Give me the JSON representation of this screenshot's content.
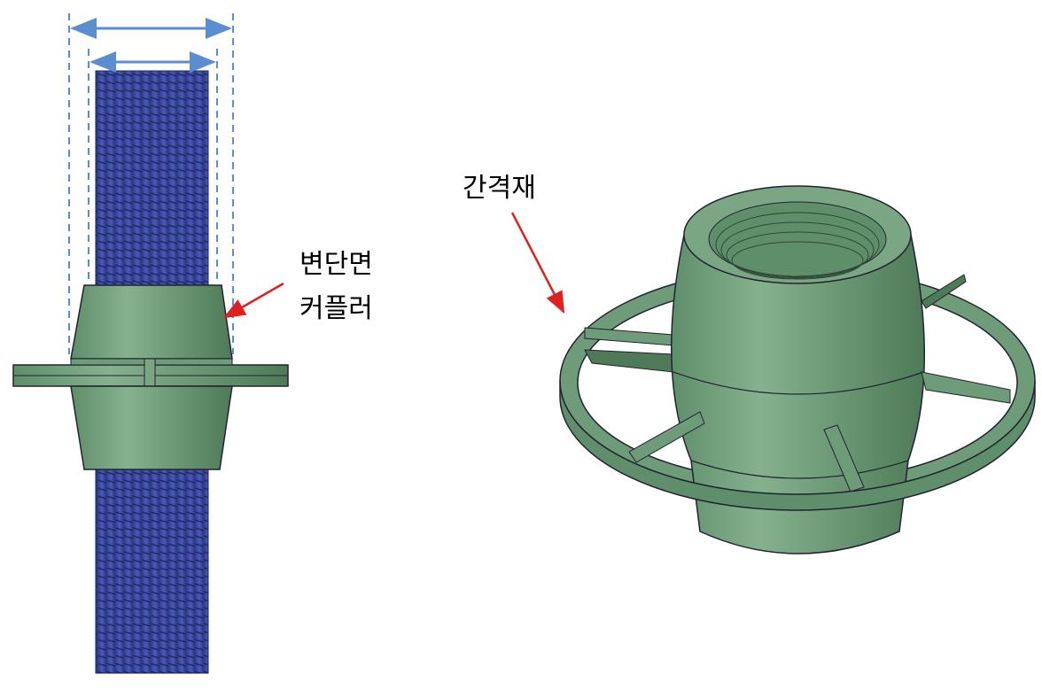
{
  "labels": {
    "coupler_line1": "변단면",
    "coupler_line2": "커플러",
    "spacer": "간격재"
  },
  "colors": {
    "rebar": "#3a4aa0",
    "component": "#6f9c78",
    "dimension": "#5b8ed0",
    "arrow": "#e02020"
  }
}
